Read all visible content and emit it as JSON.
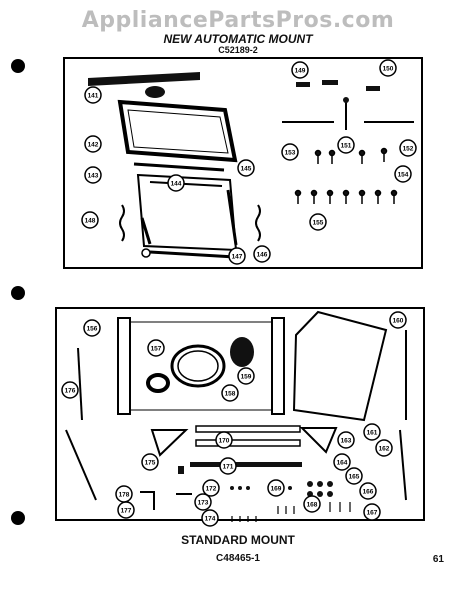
{
  "watermark": "AppliancePartsPros.com",
  "top_section": {
    "title": "NEW AUTOMATIC MOUNT",
    "code": "C52189-2",
    "callouts": [
      "141",
      "142",
      "143",
      "144",
      "145",
      "146",
      "147",
      "148",
      "149",
      "150",
      "151",
      "152",
      "153",
      "154",
      "155"
    ]
  },
  "bottom_section": {
    "title": "STANDARD MOUNT",
    "code": "C48465-1",
    "callouts": [
      "156",
      "157",
      "158",
      "159",
      "160",
      "161",
      "162",
      "163",
      "164",
      "165",
      "166",
      "167",
      "168",
      "169",
      "170",
      "171",
      "172",
      "173",
      "174",
      "175",
      "176",
      "177",
      "178"
    ]
  },
  "page_number": "61"
}
